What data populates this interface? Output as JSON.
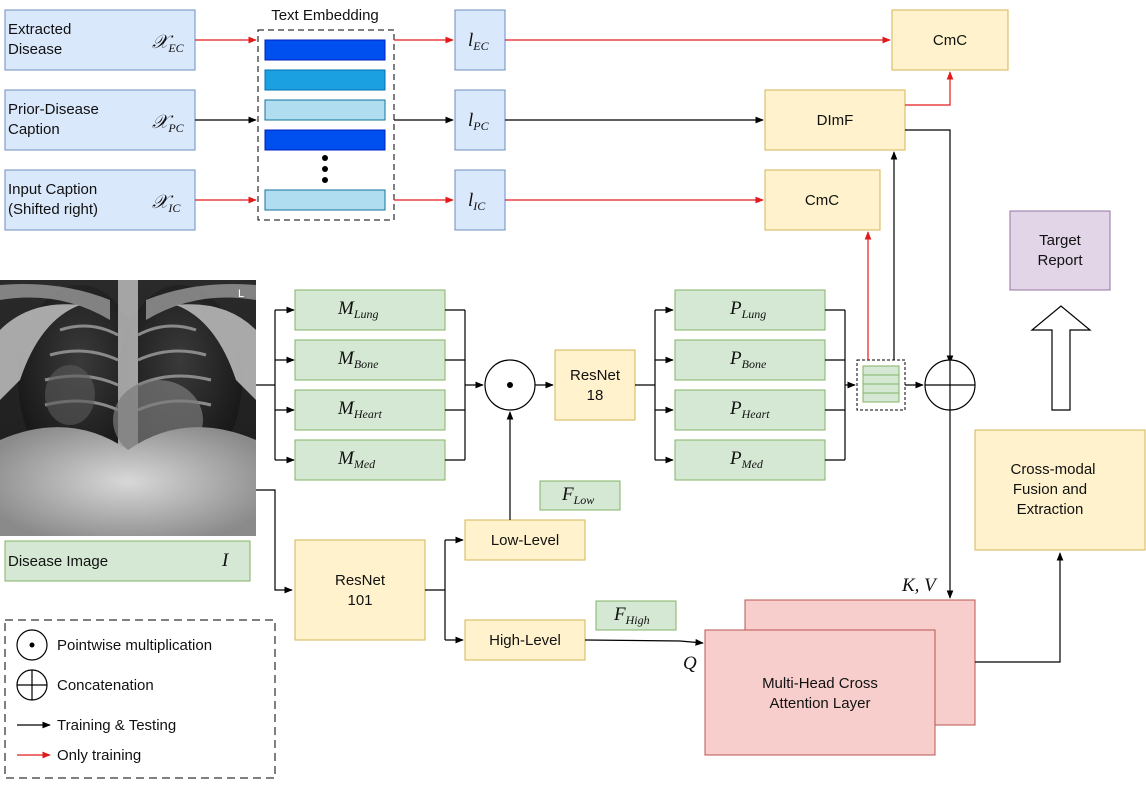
{
  "colors": {
    "blue_box": "#dae8fc",
    "blue_stroke": "#6c8ebf",
    "green_box": "#d5e8d4",
    "green_stroke": "#82b366",
    "yellow_box": "#fff2cc",
    "yellow_stroke": "#d6b656",
    "red_box": "#f8cecc",
    "red_stroke": "#b85450",
    "purple_box": "#e1d5e7",
    "purple_stroke": "#9673a6",
    "train_test_arrow": "#000000",
    "train_only_arrow": "#e31a1c",
    "embed_dark": "#0050ef",
    "embed_mid": "#1ba1e2",
    "embed_light": "#b1ddf0"
  },
  "inputs": {
    "extracted_disease": {
      "label_line1": "Extracted",
      "label_line2": "Disease",
      "symbol": "𝒳",
      "subscript": "EC"
    },
    "prior_caption": {
      "label_line1": "Prior-Disease",
      "label_line2": "Caption",
      "symbol": "𝒳",
      "subscript": "PC"
    },
    "input_caption": {
      "label_line1": "Input Caption",
      "label_line2": "(Shifted right)",
      "symbol": "𝒳",
      "subscript": "IC"
    }
  },
  "text_embedding": {
    "title": "Text Embedding",
    "ellipsis": "⋮"
  },
  "latents": [
    {
      "symbol": "l",
      "subscript": "EC"
    },
    {
      "symbol": "l",
      "subscript": "PC"
    },
    {
      "symbol": "l",
      "subscript": "IC"
    }
  ],
  "fusion_blocks": {
    "cmc_top": "CmC",
    "dimf": "DImF",
    "cmc_mid": "CmC"
  },
  "target_report": {
    "line1": "Target",
    "line2": "Report"
  },
  "image": {
    "corner_mark": "L"
  },
  "disease_image": {
    "label": "Disease Image",
    "symbol": "I"
  },
  "masks": [
    {
      "symbol": "M",
      "subscript": "Lung"
    },
    {
      "symbol": "M",
      "subscript": "Bone"
    },
    {
      "symbol": "M",
      "subscript": "Heart"
    },
    {
      "symbol": "M",
      "subscript": "Med"
    }
  ],
  "pointwise_symbol": "•",
  "resnet18": {
    "line1": "ResNet",
    "line2": "18"
  },
  "parts": [
    {
      "symbol": "P",
      "subscript": "Lung"
    },
    {
      "symbol": "P",
      "subscript": "Bone"
    },
    {
      "symbol": "P",
      "subscript": "Heart"
    },
    {
      "symbol": "P",
      "subscript": "Med"
    }
  ],
  "resnet101": {
    "line1": "ResNet",
    "line2": "101"
  },
  "low_level": {
    "label": "Low-Level",
    "feature_symbol": "F",
    "feature_subscript": "Low"
  },
  "high_level": {
    "label": "High-Level",
    "feature_symbol": "F",
    "feature_subscript": "High"
  },
  "cross_fusion": {
    "line1": "Cross-modal",
    "line2": "Fusion and",
    "line3": "Extraction"
  },
  "attention": {
    "line1": "Multi-Head Cross",
    "line2": "Attention Layer",
    "q_label": "Q",
    "kv_label": "K, V"
  },
  "legend": {
    "pointwise": "Pointwise multiplication",
    "concat": "Concatenation",
    "train_test": "Training & Testing",
    "train_only": "Only training"
  }
}
